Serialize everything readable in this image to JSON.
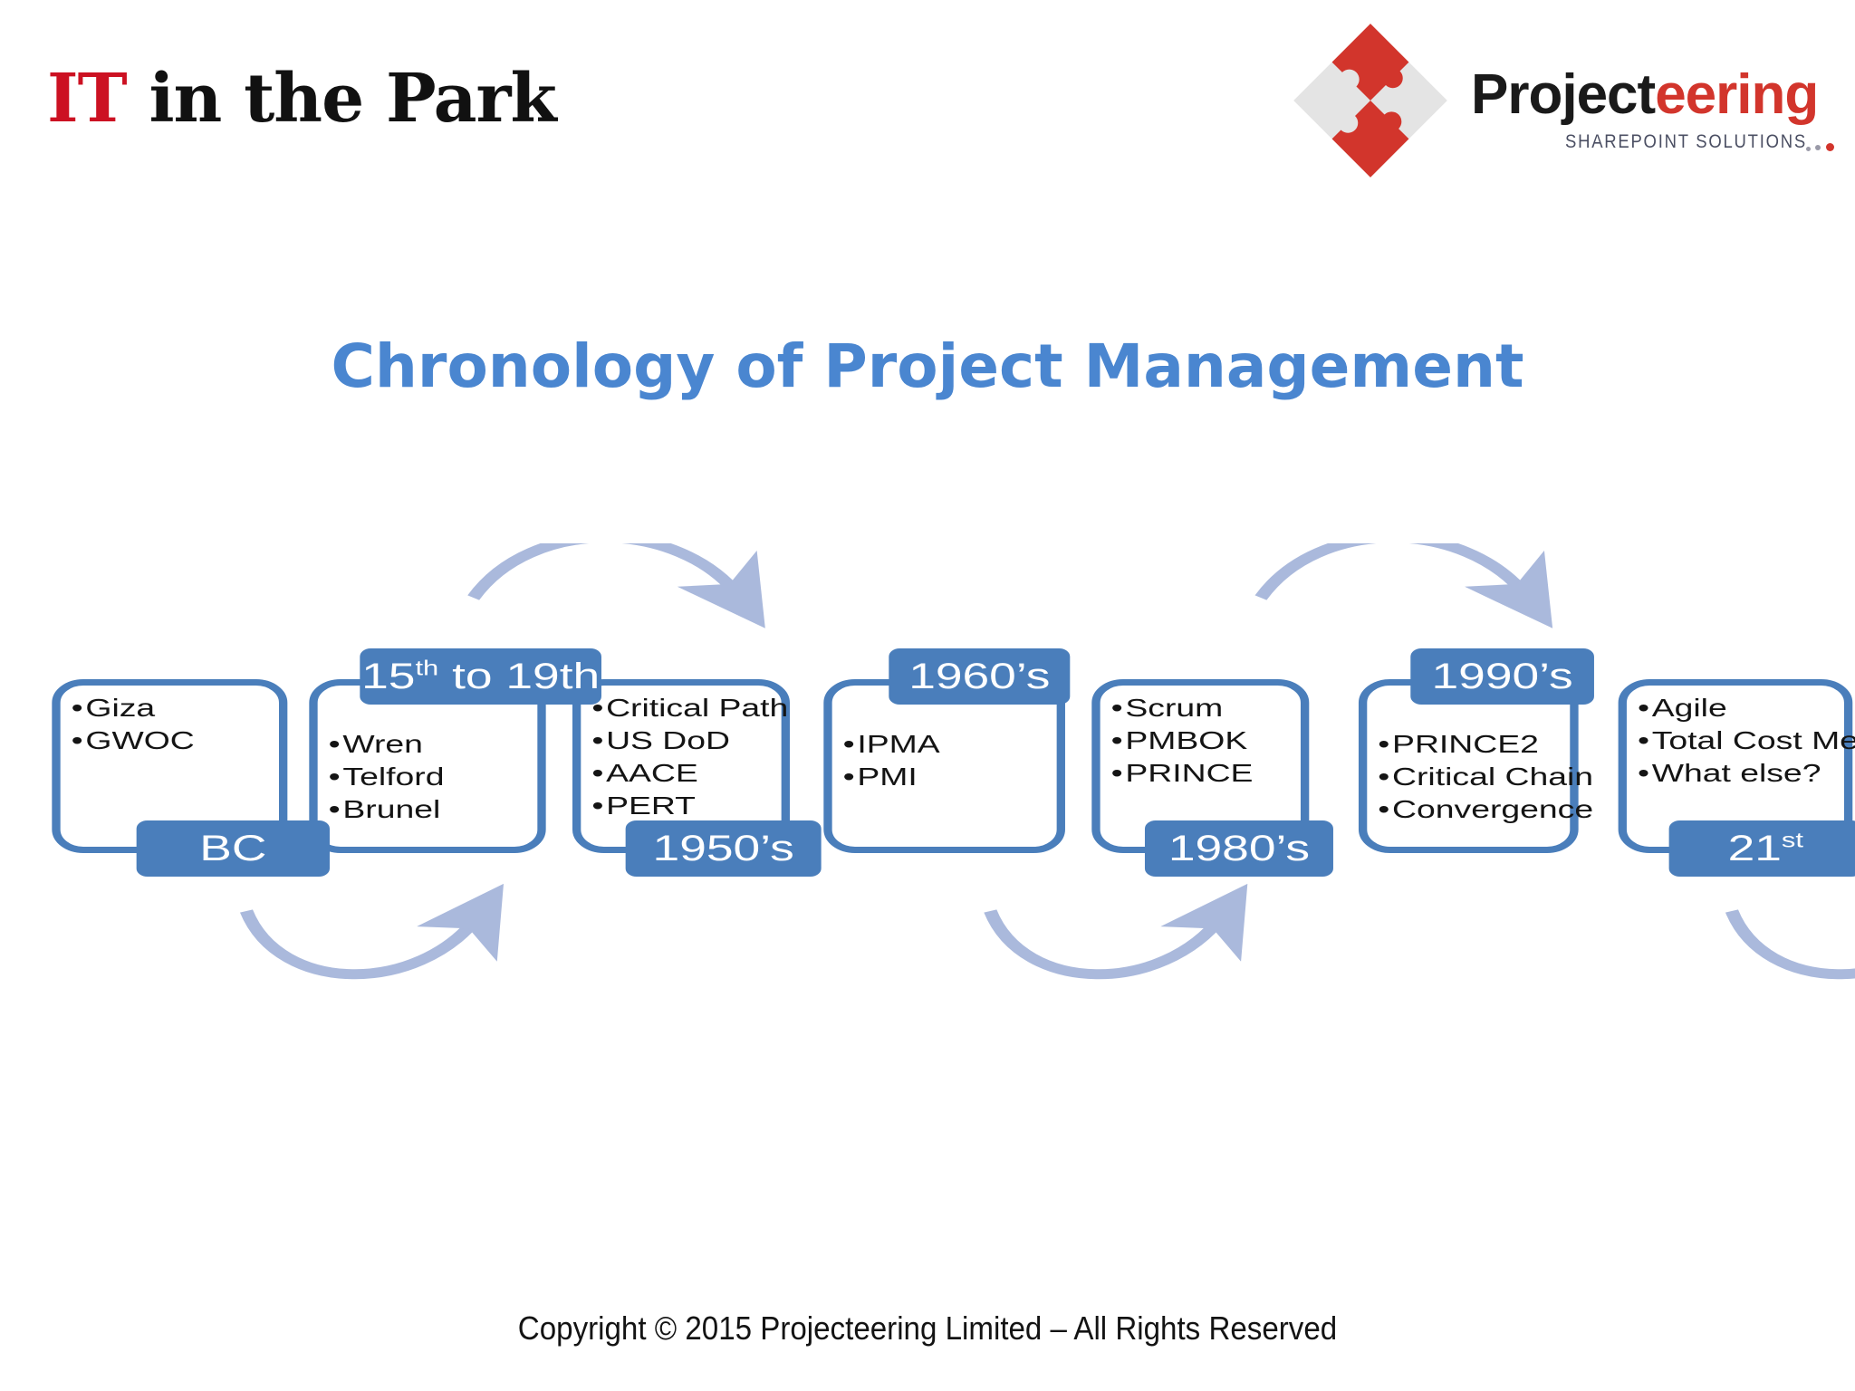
{
  "header": {
    "left_logo": {
      "part1": "IT",
      "part2": " in the Park"
    },
    "right_logo": {
      "word_dark": "Project",
      "word_red": "eering",
      "tagline": "SHAREPOINT SOLUTIONS",
      "mark_icon": "puzzle-diamond-icon",
      "red": "#d2352c",
      "gray": "#e4e4e4"
    }
  },
  "title": "Chronology of Project Management",
  "colors": {
    "accent_blue": "#4a7ebb",
    "title_blue": "#4a86d0",
    "arrow_blue": "#aab9dc",
    "logo_red": "#cc1122"
  },
  "timeline": {
    "panels": [
      {
        "label": "BC",
        "label_sup": "",
        "label_pos": "bottom",
        "items": [
          "Giza",
          "GWOC"
        ]
      },
      {
        "label": "15",
        "label_sup": "th",
        "label_suffix": " to 19th",
        "label_pos": "top",
        "items": [
          "Wren",
          "Telford",
          "Brunel"
        ]
      },
      {
        "label": "1950’s",
        "label_sup": "",
        "label_pos": "bottom",
        "items": [
          "Critical Path",
          "US DoD",
          "AACE",
          "PERT"
        ]
      },
      {
        "label": "1960’s",
        "label_sup": "",
        "label_pos": "top",
        "items": [
          "IPMA",
          "PMI"
        ]
      },
      {
        "label": "1980’s",
        "label_sup": "",
        "label_pos": "bottom",
        "items": [
          "Scrum",
          "PMBOK",
          "PRINCE"
        ]
      },
      {
        "label": "1990’s",
        "label_sup": "",
        "label_pos": "top",
        "items": [
          "PRINCE2",
          "Critical Chain",
          "Convergence"
        ]
      },
      {
        "label": "21",
        "label_sup": "st",
        "label_pos": "bottom",
        "items": [
          "Agile",
          "Total Cost Method",
          "What else?"
        ]
      }
    ],
    "arrows": [
      {
        "name": "arrow-bc-to-15th",
        "direction": "down"
      },
      {
        "name": "arrow-15th-to-1950s",
        "direction": "up"
      },
      {
        "name": "arrow-1950s-to-1960s",
        "direction": "down"
      },
      {
        "name": "arrow-1960s-to-1980s",
        "direction": "up"
      },
      {
        "name": "arrow-1980s-to-1990s",
        "direction": "down"
      },
      {
        "name": "arrow-1990s-to-21st",
        "direction": "up"
      }
    ]
  },
  "footer": "Copyright © 2015 Projecteering Limited – All Rights Reserved"
}
